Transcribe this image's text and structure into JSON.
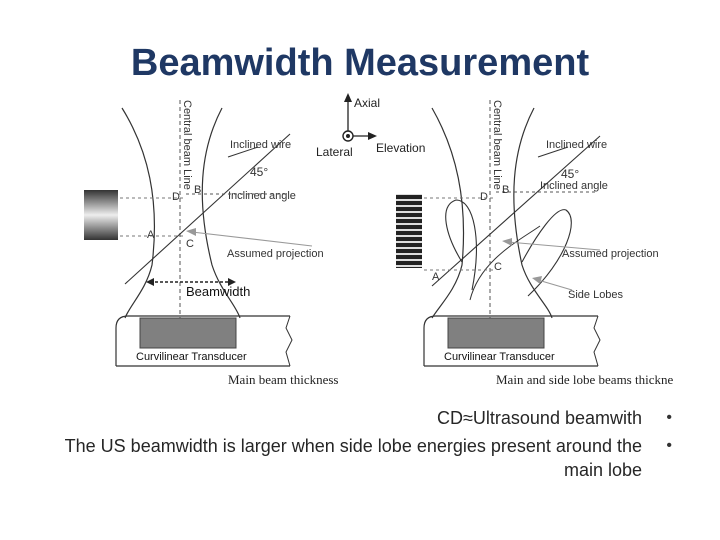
{
  "title": "Beamwidth Measurement",
  "figure": {
    "axes": {
      "axial": "Axial",
      "lateral": "Lateral",
      "elevation": "Elevation"
    },
    "left": {
      "central_beam_line": "Central beam Line",
      "inclined_wire": "Inclined wire",
      "angle": "45°",
      "inclined_angle": "Inclined angle",
      "point_b": "B",
      "point_d": "D",
      "point_a": "A",
      "point_c": "C",
      "assumed_projection": "Assumed projection",
      "beamwidth": "Beamwidth",
      "transducer": "Curvilinear Transducer",
      "caption": "Main beam thickness"
    },
    "right": {
      "central_beam_line": "Central beam Line",
      "inclined_wire": "Inclined wire",
      "angle": "45°",
      "inclined_angle": "Inclined angle",
      "point_b": "B",
      "point_d": "D",
      "point_a": "A",
      "point_c": "C",
      "assumed_projection": "Assumed projection",
      "side_lobes": "Side Lobes",
      "transducer": "Curvilinear Transducer",
      "caption": "Main and side lobe  beams thickne"
    }
  },
  "bullets": [
    "CD≈Ultrasound beamwith",
    "The US beamwidth is larger when side lobe energies present around the main lobe"
  ]
}
